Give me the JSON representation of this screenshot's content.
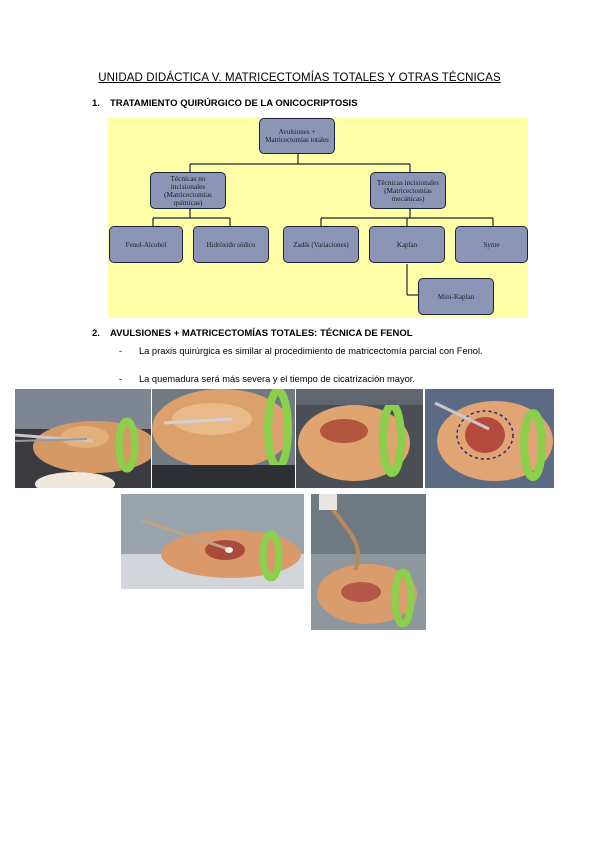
{
  "document": {
    "title": "UNIDAD DIDÁCTICA V. MATRICECTOMÍAS TOTALES Y OTRAS TÉCNICAS",
    "section1": {
      "number": "1.",
      "title": "TRATAMIENTO QUIRÚRGICO DE LA ONICOCRIPTOSIS"
    },
    "section2": {
      "number": "2.",
      "title": "AVULSIONES + MATRICECTOMÍAS TOTALES: TÉCNICA DE FENOL",
      "bullets": [
        {
          "dash": "-",
          "text": "La praxis quirúrgica es similar al procedimiento de matricectomía parcial con Fenol."
        },
        {
          "dash": "-",
          "text": "La quemadura será más severa y el tiempo de cicatrización mayor."
        }
      ]
    }
  },
  "diagram": {
    "root": "Avulsiones + Matricectomías totales",
    "left_branch": "Técnicas no incisionales (Matricectomías químicas)",
    "right_branch": "Técnicas incisionales (Matricectomías mecánicas)",
    "left_children": [
      "Fenol-Alcohol",
      "Hidróxido sódico"
    ],
    "right_children": [
      "Zadik (Variaciones)",
      "Kaplan",
      "Syme"
    ],
    "kaplan_child": "Mini-Kaplan"
  },
  "colors": {
    "diagram_background": "#ffffa8",
    "node_fill": "#8b96b6",
    "node_border": "#1d2336"
  },
  "photos": [
    {
      "name": "photo-scissors-cutting-nail"
    },
    {
      "name": "photo-nail-elevator"
    },
    {
      "name": "photo-nail-removed"
    },
    {
      "name": "photo-marked-toe-with-instrument"
    },
    {
      "name": "photo-phenol-applicator"
    },
    {
      "name": "photo-curved-cannula"
    }
  ]
}
